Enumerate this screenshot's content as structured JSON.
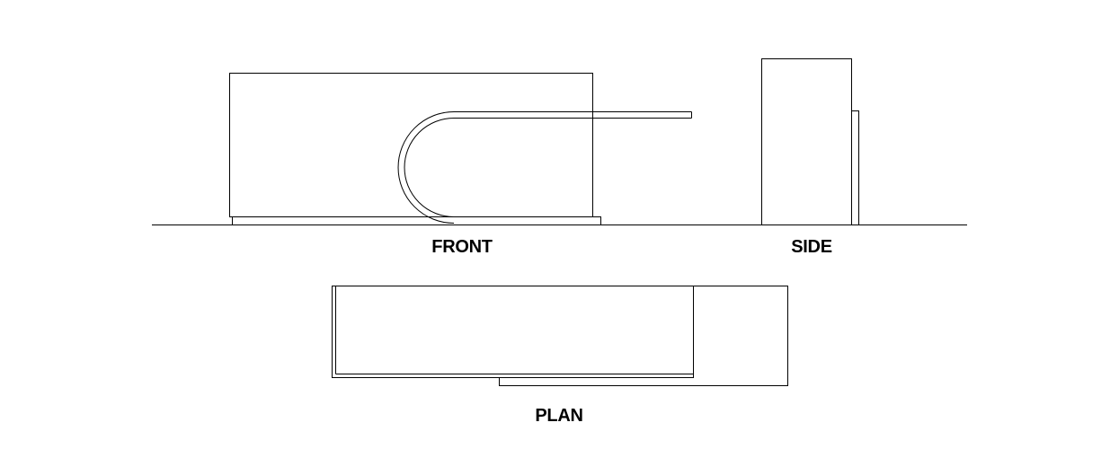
{
  "views": {
    "front": {
      "label": "FRONT"
    },
    "side": {
      "label": "SIDE"
    },
    "plan": {
      "label": "PLAN"
    }
  },
  "colors": {
    "line": "#000000",
    "background": "#ffffff"
  }
}
